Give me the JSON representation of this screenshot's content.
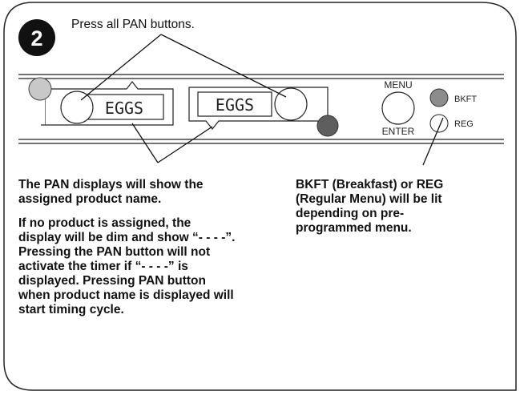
{
  "step": {
    "number": "2",
    "instruction": "Press all PAN buttons."
  },
  "panel": {
    "pan_display_left": "EGGS",
    "pan_display_right": "EGGS",
    "menu_label": "MENU",
    "enter_label": "ENTER",
    "bkft_label": "BKFT",
    "reg_label": "REG"
  },
  "notes": {
    "pan_display_line1": "The PAN displays will show the",
    "pan_display_line2": "assigned product name.",
    "no_product_lines": [
      "If no product is assigned, the",
      "display will be dim and show “- - - -”.",
      "Pressing the PAN button will not",
      "activate the timer if “- - - -” is",
      "displayed. Pressing PAN button",
      "when product name is displayed will",
      "start timing cycle."
    ],
    "menu_lines": [
      "BKFT (Breakfast) or REG",
      "(Regular Menu) will be lit",
      "depending on pre-",
      "programmed menu."
    ]
  },
  "colors": {
    "indicator_light": "#c8c8c8",
    "indicator_dark": "#5e5e5e",
    "bkft_light": "#8c8c8c",
    "step_badge": "#111111"
  }
}
